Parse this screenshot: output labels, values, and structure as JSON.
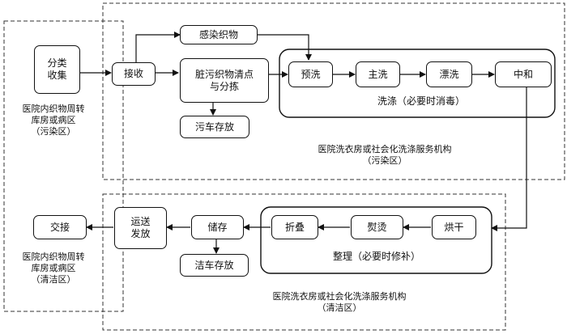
{
  "nodes": {
    "sort_collect": "分类\n收集",
    "receive": "接收",
    "infected_fabric": "感染织物",
    "sort_dirty": "脏污织物清点\n与分拣",
    "dirty_cart": "污车存放",
    "prewash": "预洗",
    "main_wash": "主洗",
    "rinse": "漂洗",
    "neutralize": "中和",
    "dry": "烘干",
    "iron": "熨烫",
    "fold": "折叠",
    "store": "储存",
    "clean_cart": "洁车存放",
    "transport": "运送\n发放",
    "handover": "交接"
  },
  "groups": {
    "washing": "洗涤（必要时消毒）",
    "finishing": "整理（必要时修补）"
  },
  "zones": {
    "hospital_dirty": "医院内织物周转\n库房或病区\n（污染区）",
    "laundry_dirty": "医院洗衣房或社会化洗涤服务机构\n（污染区）",
    "hospital_clean": "医院内织物周转\n库房或病区\n（清洁区）",
    "laundry_clean": "医院洗衣房或社会化洗涤服务机构\n（清洁区）"
  },
  "colors": {
    "line": "#111111",
    "background": "#ffffff"
  }
}
